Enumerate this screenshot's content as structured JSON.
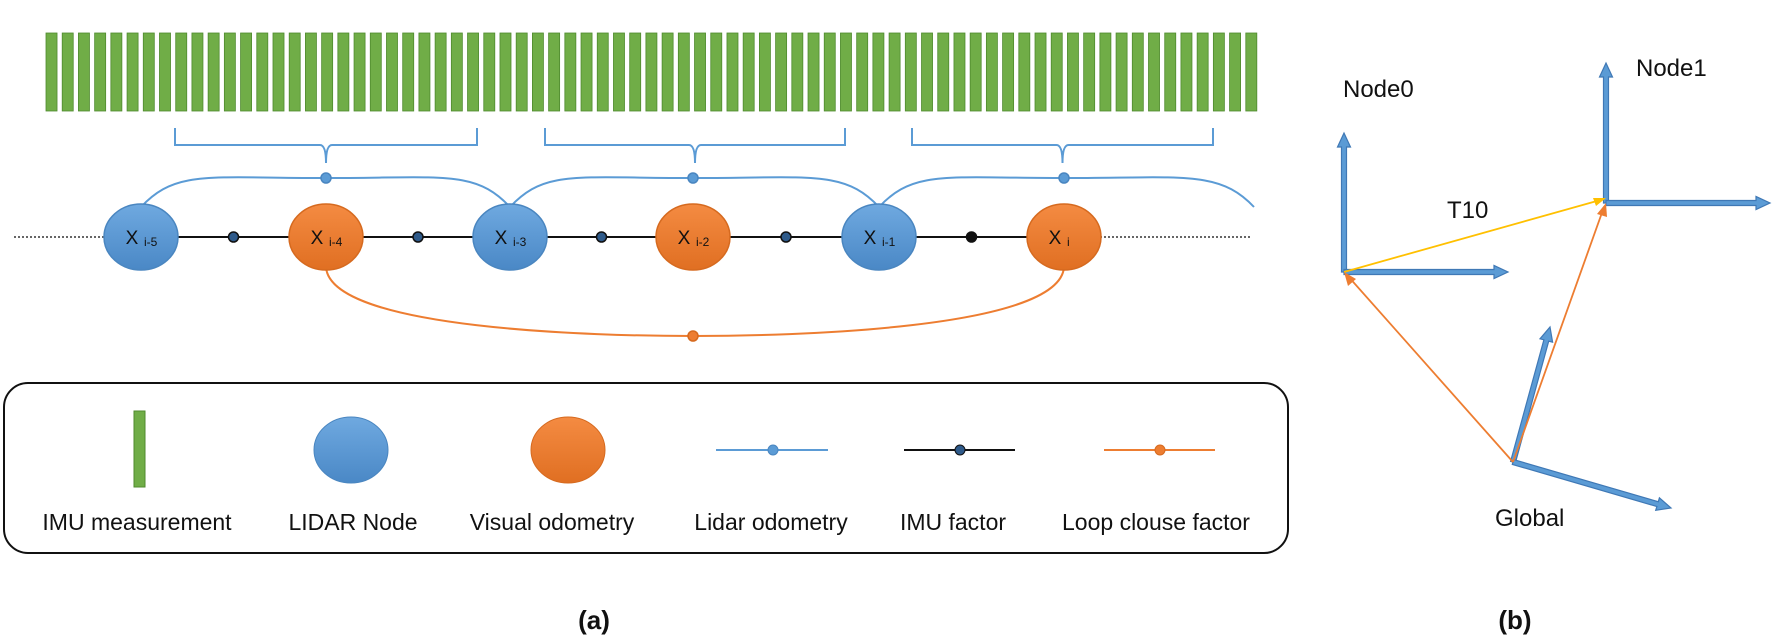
{
  "colors": {
    "imu_fill": "#70ad47",
    "imu_stroke": "#4f8a2e",
    "lidar_fill": "#5b9bd5",
    "lidar_stroke": "#4a86c0",
    "visual_fill": "#ed7d31",
    "visual_stroke": "#d66a1f",
    "lidar_edge": "#5b9bd5",
    "imu_edge": "#111111",
    "loop_edge": "#ed7d31",
    "transform_edge": "#ffc000",
    "axis_fill": "#5b9bd5",
    "axis_stroke": "#3f78b5"
  },
  "imu_bar_count": 75,
  "nodes": [
    {
      "main": "X",
      "sub": "i-5",
      "kind": "lidar"
    },
    {
      "main": "X",
      "sub": "i-4",
      "kind": "visual"
    },
    {
      "main": "X",
      "sub": "i-3",
      "kind": "lidar"
    },
    {
      "main": "X",
      "sub": "i-2",
      "kind": "visual"
    },
    {
      "main": "X",
      "sub": "i-1",
      "kind": "lidar"
    },
    {
      "main": "X",
      "sub": "i",
      "kind": "visual"
    }
  ],
  "legend": {
    "imu_measurement": "IMU measurement",
    "lidar_node": "LIDAR Node",
    "visual_odometry": "Visual odometry",
    "lidar_odometry": "Lidar odometry",
    "imu_factor": "IMU factor",
    "loop_closure_factor": "Loop clouse factor"
  },
  "frames": {
    "node0": "Node0",
    "node1": "Node1",
    "global": "Global",
    "transform": "T10"
  },
  "captions": {
    "a": "(a)",
    "b": "(b)"
  }
}
